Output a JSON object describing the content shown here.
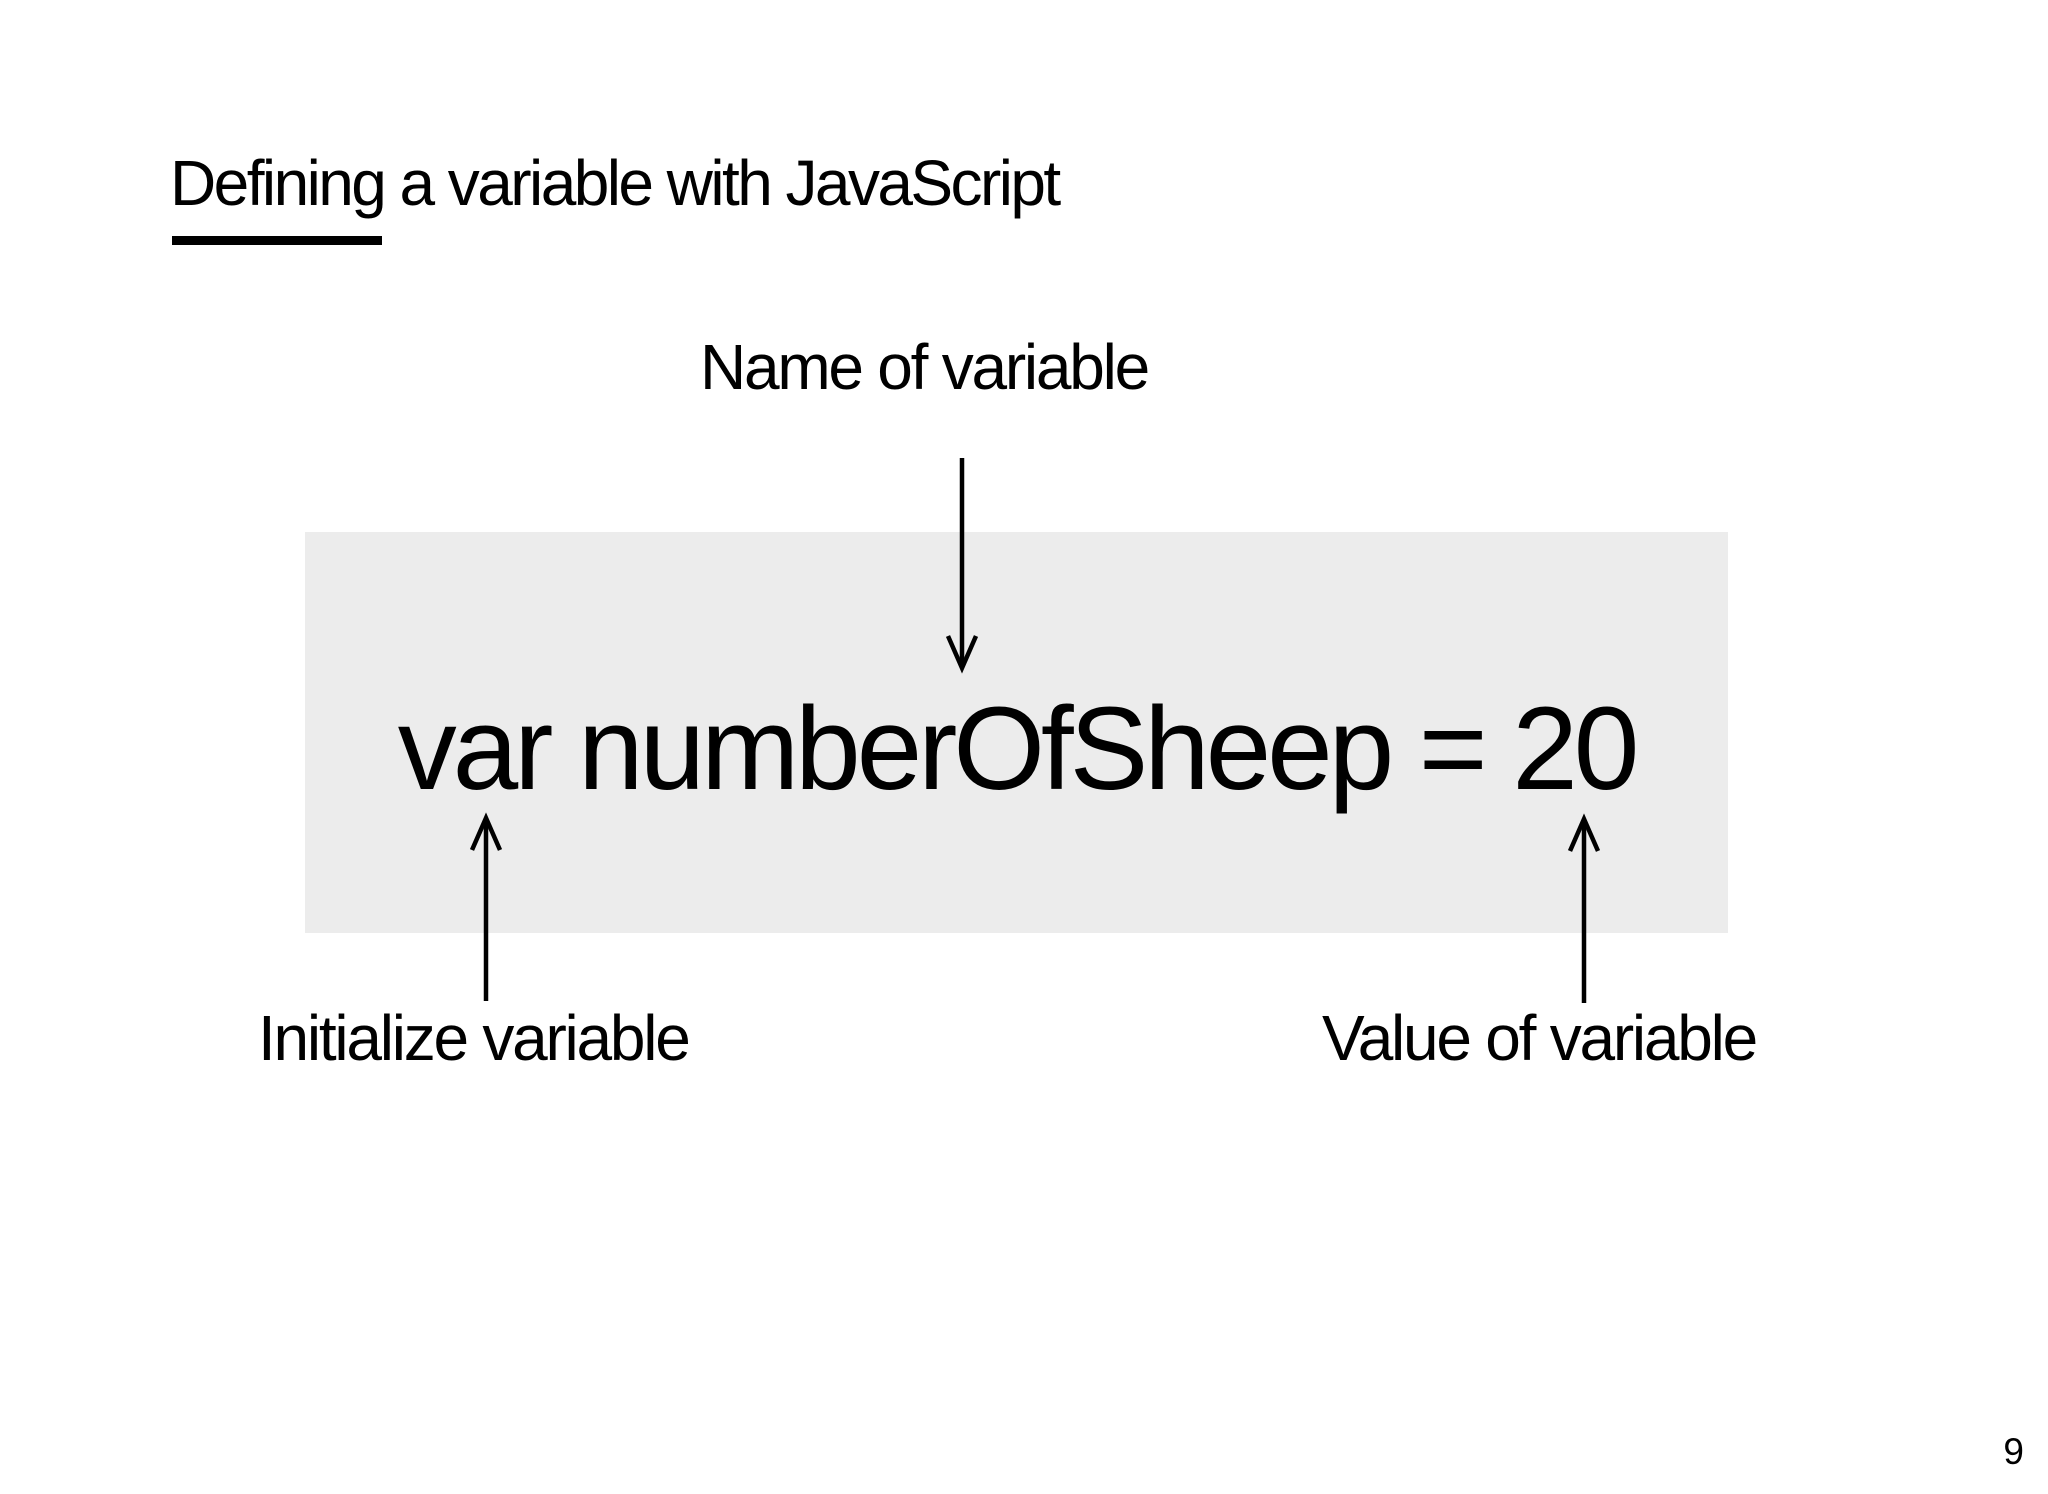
{
  "slide": {
    "title": "Defining a variable with JavaScript",
    "code_statement": "var numberOfSheep = 20",
    "annotations": {
      "name": "Name of variable",
      "initialize": "Initialize variable",
      "value": "Value of variable"
    },
    "page_number": "9",
    "colors": {
      "background": "#ffffff",
      "text": "#000000",
      "code_box_background": "#ececec",
      "arrow": "#000000"
    }
  }
}
